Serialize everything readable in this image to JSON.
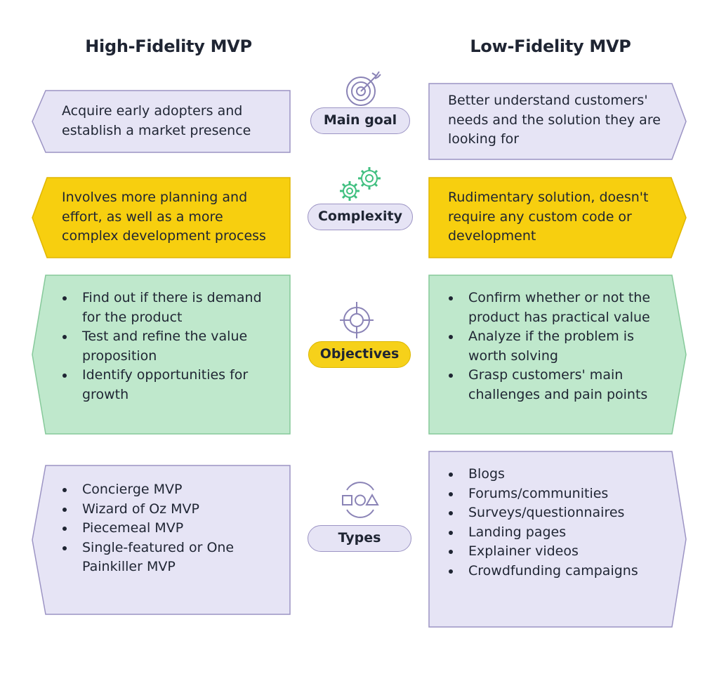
{
  "titles": {
    "left": "High-Fidelity MVP",
    "right": "Low-Fidelity MVP"
  },
  "colors": {
    "lavender_fill": "#e6e4f5",
    "lavender_stroke": "#9c94c4",
    "yellow_fill": "#f7cf0f",
    "yellow_stroke": "#e0b600",
    "green_fill": "#bfe8cc",
    "green_stroke": "#86c99a",
    "text": "#1f2533",
    "icon_stroke": "#8a83b6",
    "icon_green": "#3fbf7f"
  },
  "rows": {
    "main_goal": {
      "label": "Main goal",
      "icon": "target-arrow-icon",
      "left_text": "Acquire early adopters and establish a market presence",
      "right_text": "Better understand customers' needs and the solution they are looking for"
    },
    "complexity": {
      "label": "Complexity",
      "icon": "gears-icon",
      "left_text": "Involves more planning and effort, as well as a more complex development process",
      "right_text": "Rudimentary solution, doesn't require any custom code or development"
    },
    "objectives": {
      "label": "Objectives",
      "icon": "crosshair-icon",
      "left_items": [
        "Find out if there is demand for the product",
        "Test and refine the value proposition",
        "Identify opportunities for growth"
      ],
      "right_items": [
        "Confirm whether or not the product has practical value",
        "Analyze if the problem is worth solving",
        "Grasp customers' main challenges and pain points"
      ]
    },
    "types": {
      "label": "Types",
      "icon": "shapes-cycle-icon",
      "left_items": [
        "Concierge MVP",
        "Wizard of Oz MVP",
        "Piecemeal MVP",
        "Single-featured or One Painkiller MVP"
      ],
      "right_items": [
        "Blogs",
        "Forums/communities",
        "Surveys/questionnaires",
        "Landing pages",
        "Explainer videos",
        "Crowdfunding campaigns"
      ]
    }
  }
}
